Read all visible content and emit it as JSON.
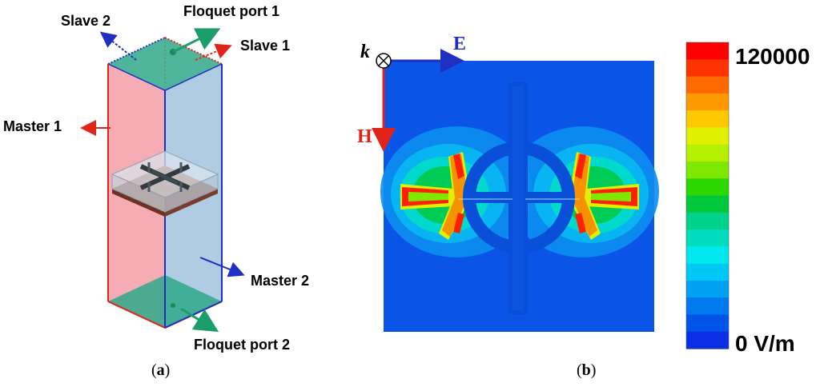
{
  "panel_a": {
    "labels": {
      "slave2": "Slave 2",
      "floquet1": "Floquet port 1",
      "slave1": "Slave 1",
      "master1": "Master 1",
      "master2": "Master 2",
      "floquet2": "Floquet port 2"
    },
    "caption": {
      "open": "(",
      "letter": "a",
      "close": ")"
    },
    "colors": {
      "master1_face": "#f4a3ad",
      "master2_face": "#a7c6e0",
      "floquet_face": "#2fa889",
      "master1_arrow": "#e2231a",
      "master2_arrow": "#1f2fbf",
      "floquet_arrow": "#1c9e6a",
      "slave1_arrow": "#e2231a",
      "slave2_arrow": "#1f2fbf"
    }
  },
  "panel_b": {
    "axis": {
      "k": "k",
      "E": "E",
      "H": "H"
    },
    "colorbar": {
      "max_label": "120000",
      "min_label": "0 V/m",
      "colors": [
        "#ff0000",
        "#ff3300",
        "#ff6a00",
        "#ff9900",
        "#ffc800",
        "#e0f000",
        "#b4f000",
        "#7ee800",
        "#2dd700",
        "#00c83a",
        "#00d28c",
        "#00dcbe",
        "#00e8ee",
        "#00c8f5",
        "#00a0f2",
        "#0078ee",
        "#0055e8",
        "#0a2fe6"
      ]
    },
    "background_color": "#0a55e6",
    "caption": {
      "open": "(",
      "letter": "b",
      "close": ")"
    }
  }
}
